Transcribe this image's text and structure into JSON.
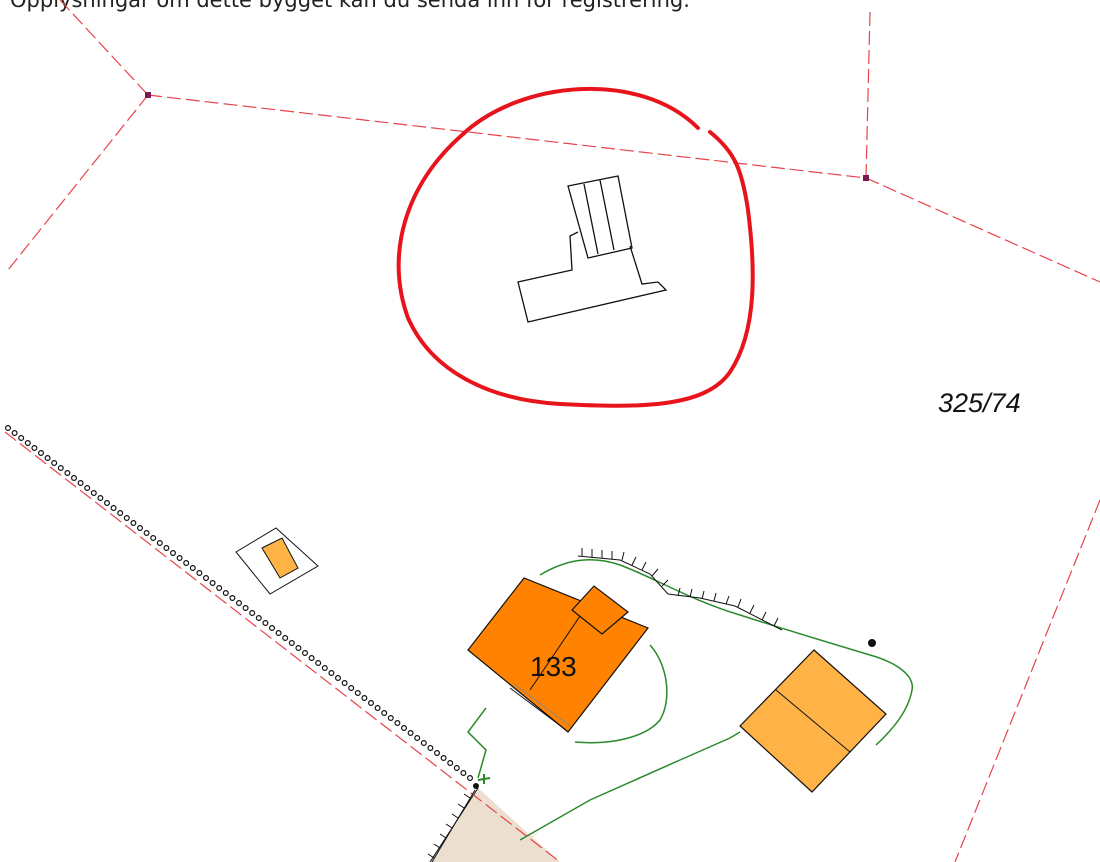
{
  "caption": "Opplysningar om dette bygget kan du senda inn for registrering.",
  "parcel_label": "325/74",
  "house_number": "133",
  "colors": {
    "property_boundary": "#e8434b",
    "highlight_circle": "#e8141c",
    "building_main": "#ff8200",
    "building_secondary": "#ffb347",
    "road_area": "#eddfd0",
    "vegetation_line": "#2a8a2a",
    "outline": "#111111",
    "boundary_point": "#7a1a55"
  }
}
